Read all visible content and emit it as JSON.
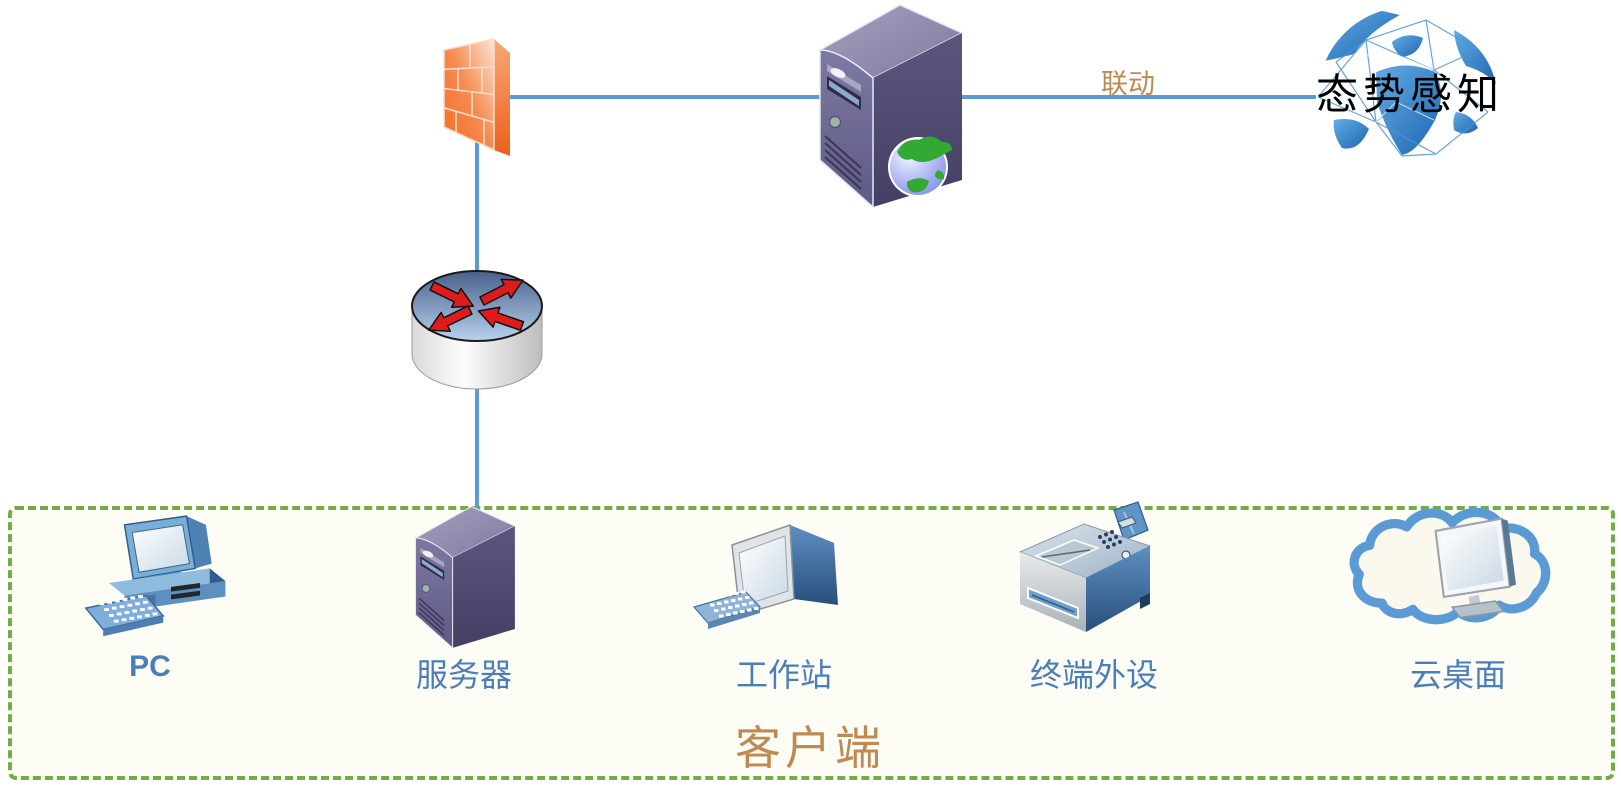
{
  "diagram": {
    "title": "security network topology",
    "colors": {
      "connector_blue": "#5B9BD5",
      "client_box_green": "#70AD47",
      "device_label_blue": "#4A7EBB",
      "tan_label": "#BE8A52",
      "firewall_orange": "#F26A22",
      "server_purple": "#605C88"
    },
    "icons": [
      "firewall-icon",
      "security-server-icon",
      "globe-network-icon",
      "router-icon",
      "pc-icon",
      "server-icon",
      "workstation-icon",
      "printer-icon",
      "cloud-desktop-icon"
    ],
    "links": {
      "linkage_label": "联动"
    },
    "situational_awareness": {
      "label": "态势感知"
    },
    "client_zone": {
      "title": "客户端",
      "devices": [
        {
          "name": "pc",
          "label": "PC"
        },
        {
          "name": "server",
          "label": "服务器"
        },
        {
          "name": "workstation",
          "label": "工作站"
        },
        {
          "name": "peripheral",
          "label": "终端外设"
        },
        {
          "name": "cloud-desktop",
          "label": "云桌面"
        }
      ]
    }
  }
}
